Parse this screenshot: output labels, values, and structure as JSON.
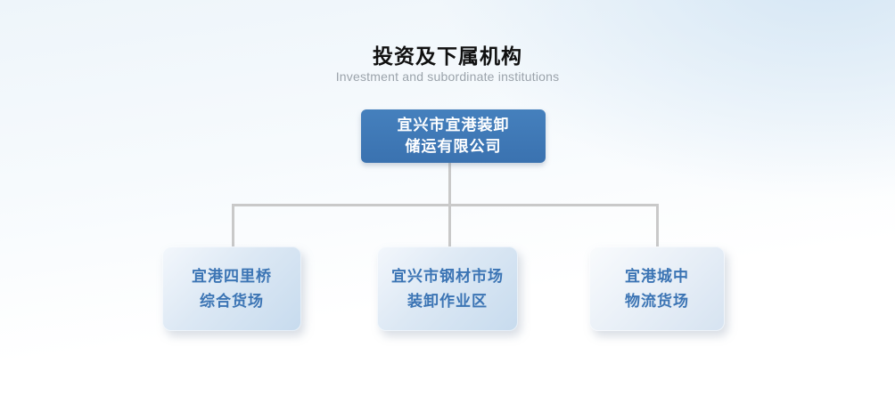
{
  "page": {
    "title": "投资及下属机构",
    "subtitle": "Investment and subordinate institutions"
  },
  "org_chart": {
    "root": {
      "line1": "宜兴市宜港装卸",
      "line2": "储运有限公司"
    },
    "children": [
      {
        "line1": "宜港四里桥",
        "line2": "综合货场"
      },
      {
        "line1": "宜兴市钢材市场",
        "line2": "装卸作业区"
      },
      {
        "line1": "宜港城中",
        "line2": "物流货场"
      }
    ]
  },
  "colors": {
    "root_box_bg": "#3E78B6",
    "root_box_text": "#FFFFFF",
    "child_box_text": "#3B74B4",
    "child_box_bg_light": "#F3F7FC",
    "child_box_bg_dark": "#C7DBEE",
    "connector_line": "#C9C9C9",
    "title_text": "#101010",
    "subtitle_text": "#9BA3AB",
    "background_top": "#EEF5FA",
    "background_bottom": "#FFFFFF"
  }
}
